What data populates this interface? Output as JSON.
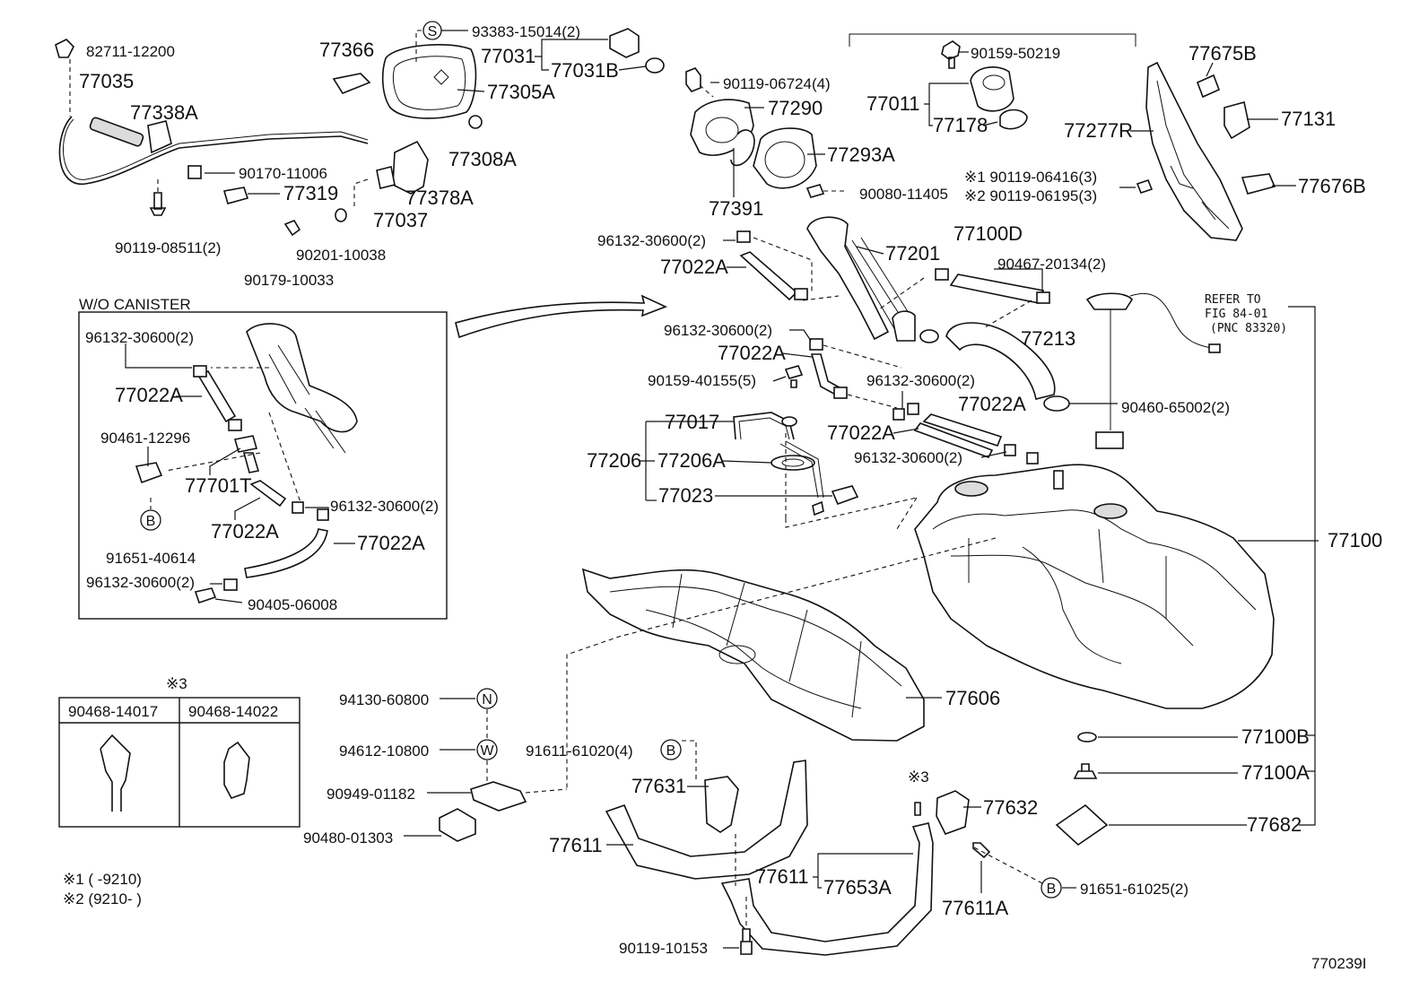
{
  "figure_id": "770239I",
  "group_labels": {
    "wo_canister": "W/O CANISTER",
    "refer_1": "REFER TO",
    "refer_2": "FIG 84-01",
    "refer_3": "(PNC 83320)",
    "table_note": "※3",
    "clip_1": "90468-14017",
    "clip_2": "90468-14022",
    "note_1": "※1 (      -9210)",
    "note_2": "※2 (9210-      )",
    "note_3": "※3"
  },
  "symbols": {
    "S": "S",
    "B": "B",
    "N": "N",
    "W": "W"
  },
  "parts": {
    "p82711": "82711-12200",
    "p77035": "77035",
    "p77338A": "77338A",
    "p90170": "90170-11006",
    "p77319": "77319",
    "p90119_08511": "90119-08511(2)",
    "p77366": "77366",
    "p93383": "93383-15014(2)",
    "p77031": "77031",
    "p77031B": "77031B",
    "p77305A": "77305A",
    "p77308A": "77308A",
    "p77378A": "77378A",
    "p77037": "77037",
    "p90201": "90201-10038",
    "p90179": "90179-10033",
    "p90119_06724": "90119-06724(4)",
    "p77290": "77290",
    "p77293A": "77293A",
    "p77391": "77391",
    "p90080": "90080-11405",
    "p90159_50219": "90159-50219",
    "p77011": "77011",
    "p77178": "77178",
    "p06416": "※1 90119-06416(3)",
    "p06195": "※2 90119-06195(3)",
    "p77675B": "77675B",
    "p77131": "77131",
    "p77277R": "77277R",
    "p77676B": "77676B",
    "p96132_a": "96132-30600(2)",
    "p77022A_a": "77022A",
    "p77201": "77201",
    "p77100D": "77100D",
    "p90467": "90467-20134(2)",
    "p96132_b": "96132-30600(2)",
    "p77022A_b": "77022A",
    "p77213": "77213",
    "p90159_40155": "90159-40155(5)",
    "p96132_c": "96132-30600(2)",
    "p77022A_c": "77022A",
    "p77017": "77017",
    "p77022A_d": "77022A",
    "p90460": "90460-65002(2)",
    "p77206": "77206",
    "p77206A": "77206A",
    "p96132_d": "96132-30600(2)",
    "p77023": "77023",
    "p77100": "77100",
    "w_96132_a": "96132-30600(2)",
    "w_77022A_a": "77022A",
    "w_90461": "90461-12296",
    "w_77701T": "77701T",
    "w_96132_b": "96132-30600(2)",
    "w_77022A_b": "77022A",
    "w_77022A_c": "77022A",
    "w_91651": "91651-40614",
    "w_96132_c": "96132-30600(2)",
    "w_90405": "90405-06008",
    "p77606": "77606",
    "p94130": "94130-60800",
    "p94612": "94612-10800",
    "p91611": "91611-61020(4)",
    "p90949": "90949-01182",
    "p90480": "90480-01303",
    "p77631": "77631",
    "p77611_a": "77611",
    "p77611_b": "77611",
    "p77653A": "77653A",
    "p77632": "77632",
    "p77611A": "77611A",
    "p91651_61025": "91651-61025(2)",
    "p90119_10153": "90119-10153",
    "p77100B": "77100B",
    "p77100A": "77100A",
    "p77682": "77682"
  }
}
